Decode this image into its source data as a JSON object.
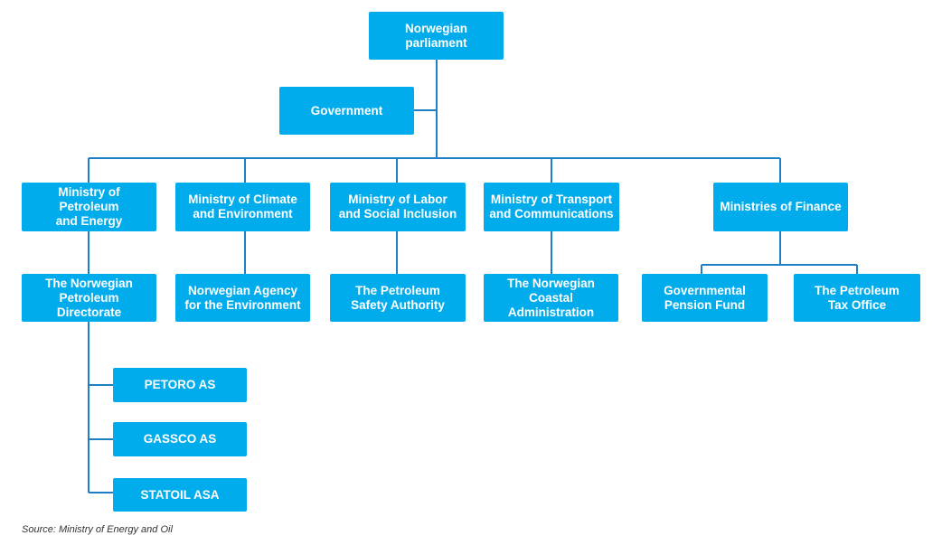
{
  "colors": {
    "box": "#00acec",
    "line": "#1e7fc4",
    "text": "#ffffff"
  },
  "nodes": {
    "parliament": "Norwegian\nparliament",
    "government": "Government",
    "mpe": "Ministry of\nPetroleum\nand Energy",
    "mce": "Ministry of Climate\nand Environment",
    "mlsi": "Ministry of Labor\nand Social Inclusion",
    "mtc": "Ministry of Transport\nand Communications",
    "mof": "Ministries of Finance",
    "npd": "The Norwegian\nPetroleum\nDirectorate",
    "nae": "Norwegian Agency\nfor the Environment",
    "psa": "The Petroleum\nSafety Authority",
    "nca": "The Norwegian\nCoastal\nAdministration",
    "gpf": "Governmental\nPension Fund",
    "pto": "The Petroleum\nTax Office",
    "petoro": "PETORO AS",
    "gassco": "GASSCO AS",
    "statoil": "STATOIL ASA"
  },
  "source": "Source: Ministry of Energy and Oil"
}
